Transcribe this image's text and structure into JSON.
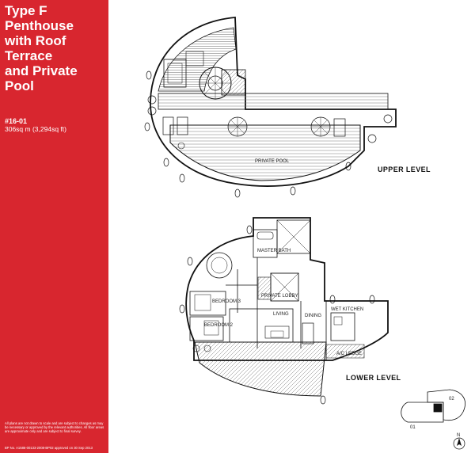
{
  "title_lines": [
    "Type F",
    "Penthouse",
    "with Roof",
    "Terrace",
    "and Private",
    "Pool"
  ],
  "unit_number": "#16-01",
  "area": "306sq m (3,294sq ft)",
  "disclaimer": "All plans are not drawn to scale and are subject to changes as may be necessary or approved by the relevant authorities. All floor areas are approximate only and are subject to final survey.",
  "fine_print": "BP No. A1586-00133-2008-BP02 approved on 30 Sep 2013",
  "labels": {
    "upper_level": "UPPER LEVEL",
    "lower_level": "LOWER LEVEL",
    "pool": "PRIVATE POOL",
    "living": "LIVING",
    "dining": "DINING",
    "master_bath": "MASTER BATH",
    "bedroom_2": "BEDROOM 2",
    "bedroom_3": "BEDROOM 3",
    "wet_kitchen": "WET KITCHEN",
    "pvt_lobby": "PRIVATE LOBBY",
    "ac_ledge": "A/C LEDGE"
  },
  "key_plan": {
    "unit_01": "01",
    "unit_02": "02",
    "north": "N"
  },
  "colors": {
    "sidebar": "#d8262f",
    "line": "#111111"
  }
}
